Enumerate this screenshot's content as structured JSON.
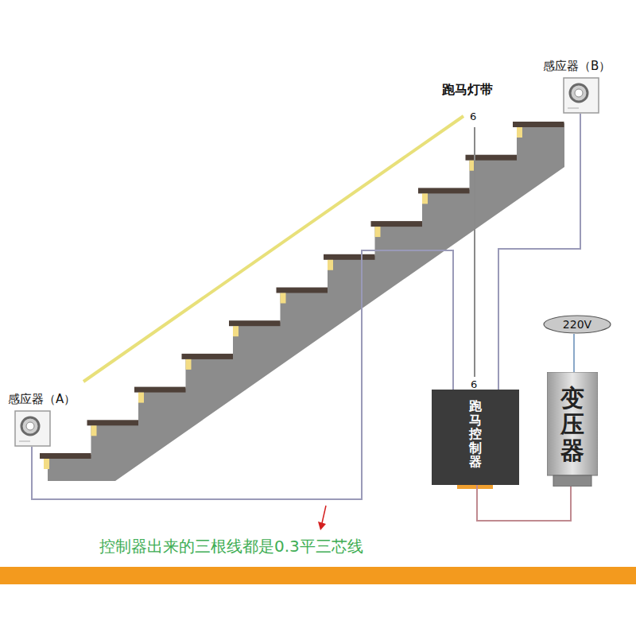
{
  "diagram": {
    "nodes": [
      {
        "text": [
          "感应器（B）"
        ]
      },
      {
        "text": [
          "感应器（A）"
        ]
      },
      {
        "text": [
          "220V"
        ]
      },
      {
        "text": [
          "跑马控制器"
        ]
      },
      {
        "text": [
          "变压器"
        ]
      }
    ],
    "edges": [
      {
        "from": 1,
        "to": 3,
        "arrow": "none"
      },
      {
        "from": 0,
        "to": 3,
        "arrow": "none"
      },
      {
        "from": 2,
        "to": 4,
        "arrow": "none"
      },
      {
        "from": 4,
        "to": 3,
        "arrow": "none"
      }
    ],
    "labels": [
      "跑马灯带",
      "6",
      "6",
      "控制器出来的三根线都是0.3平三芯线"
    ]
  }
}
